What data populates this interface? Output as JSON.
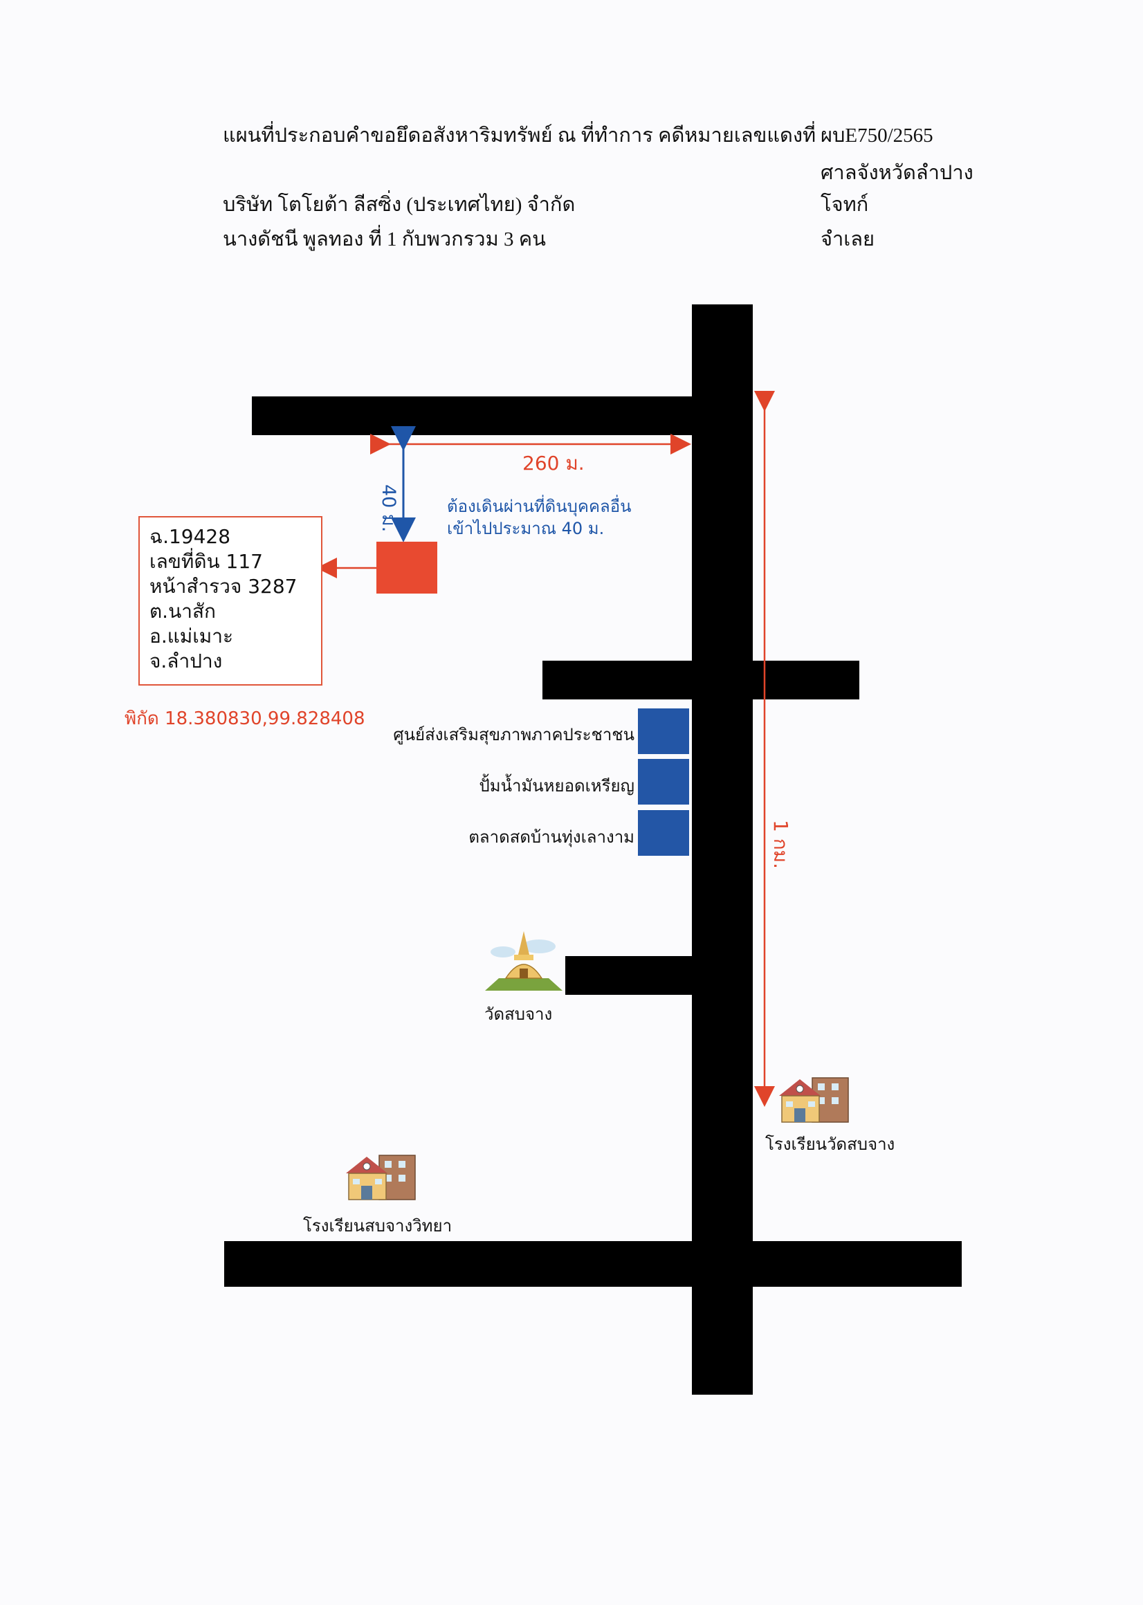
{
  "header": {
    "title_line": "แผนที่ประกอบคำขอยึดอสังหาริมทรัพย์ ณ ที่ทำการ คดีหมายเลขแดงที่",
    "case_no": "ผบE750/2565",
    "court": "ศาลจังหวัดลำปาง",
    "plaintiff": "บริษัท โตโยต้า ลีสซิ่ง (ประเทศไทย) จำกัด",
    "plaintiff_role": "โจทก์",
    "defendant": "นางดัชนี พูลทอง ที่ 1 กับพวกรวม 3 คน",
    "defendant_role": "จำเลย"
  },
  "map": {
    "distance_260": "260 ม.",
    "distance_40": "40 ม.",
    "distance_1km": "1 กม.",
    "access_note_line1": "ต้องเดินผ่านที่ดินบุคคลอื่น",
    "access_note_line2": "เข้าไปประมาณ 40 ม.",
    "parcel": {
      "line1": "ฉ.19428",
      "line2": "เลขที่ดิน 117",
      "line3": "หน้าสำรวจ 3287",
      "line4": "ต.นาสัก",
      "line5": "อ.แม่เมาะ",
      "line6": "จ.ลำปาง"
    },
    "coordinates": "พิกัด 18.380830,99.828408",
    "landmarks": {
      "health_center": "ศูนย์ส่งเสริมสุขภาพภาคประชาชน",
      "gas_station": "ปั้มน้ำมันหยอดเหรียญ",
      "market": "ตลาดสดบ้านทุ่งเลางาม",
      "temple": "วัดสบจาง",
      "school_wat": "โรงเรียนวัดสบจาง",
      "school_witthaya": "โรงเรียนสบจางวิทยา"
    },
    "colors": {
      "road": "#000000",
      "plot": "#e84a30",
      "annotation_red": "#e0442a",
      "annotation_blue": "#1f56a8",
      "landmark_square": "#2356a6"
    }
  }
}
